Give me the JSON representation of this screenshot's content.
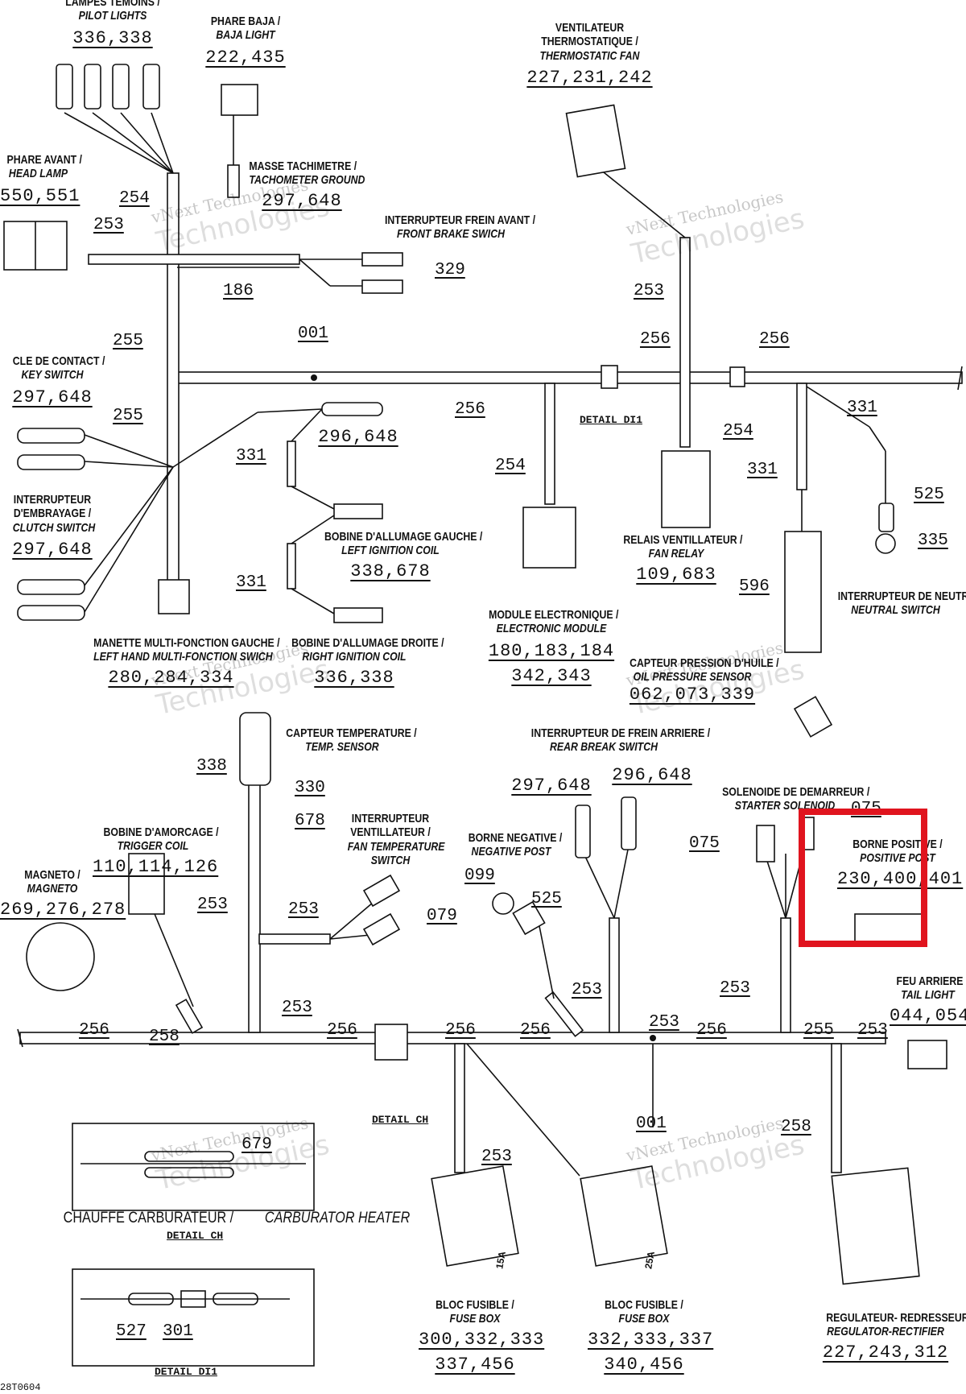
{
  "components": {
    "pilot_lights": {
      "fr": "LAMPES TEMOINS /",
      "en": "PILOT LIGHTS",
      "num": "336,338"
    },
    "baja_light": {
      "fr": "PHARE BAJA /",
      "en": "BAJA LIGHT",
      "num": "222,435"
    },
    "thermo_fan": {
      "fr1": "VENTILATEUR",
      "fr2": "THERMOSTATIQUE /",
      "en": "THERMOSTATIC FAN",
      "num": "227,231,242"
    },
    "head_lamp": {
      "fr": "PHARE AVANT /",
      "en": "HEAD LAMP",
      "num": "550,551"
    },
    "tach_ground": {
      "fr": "MASSE TACHIMETRE /",
      "en": "TACHOMETER GROUND",
      "num": "297,648"
    },
    "front_brake": {
      "fr": "INTERRUPTEUR FREIN AVANT /",
      "en": "FRONT BRAKE SWICH"
    },
    "key_switch": {
      "fr": "CLE DE CONTACT /",
      "en": "KEY SWITCH",
      "num": "297,648"
    },
    "clutch_switch": {
      "fr1": "INTERRUPTEUR",
      "fr2": "D'EMBRAYAGE /",
      "en": "CLUTCH SWITCH",
      "num": "297,648"
    },
    "coil_connector": {
      "num": "296,648"
    },
    "left_coil": {
      "fr": "BOBINE D'ALLUMAGE GAUCHE /",
      "en": "LEFT IGNITION COIL",
      "num": "338,678"
    },
    "right_coil": {
      "fr": "BOBINE D'ALLUMAGE DROITE /",
      "en": "RIGHT IGNITION COIL",
      "num": "336,338"
    },
    "lh_multi": {
      "fr": "MANETTE MULTI-FONCTION GAUCHE /",
      "en": "LEFT HAND MULTI-FONCTION SWICH",
      "num": "280,284,334"
    },
    "electronic_module": {
      "fr": "MODULE ELECTRONIQUE /",
      "en": "ELECTRONIC MODULE",
      "num1": "180,183,184",
      "num2": "342,343"
    },
    "fan_relay": {
      "fr": "RELAIS VENTILLATEUR /",
      "en": "FAN RELAY",
      "num": "109,683"
    },
    "neutral_switch": {
      "fr": "INTERRUPTEUR DE NEUTRE /",
      "en": "NEUTRAL SWITCH"
    },
    "oil_sensor": {
      "fr": "CAPTEUR PRESSION D'HUILE /",
      "en": "OIL PRESSURE SENSOR",
      "num": "062,073,339"
    },
    "temp_sensor": {
      "fr": "CAPTEUR TEMPERATURE /",
      "en": "TEMP. SENSOR"
    },
    "rear_brake": {
      "fr": "INTERRUPTEUR DE FREIN ARRIERE /",
      "en": "REAR BREAK SWITCH",
      "num1": "297,648",
      "num2": "296,648"
    },
    "starter_solenoid": {
      "fr": "SOLENOIDE DE DEMARREUR /",
      "en": "STARTER SOLENOID"
    },
    "positive_post": {
      "fr": "BORNE POSITIVE /",
      "en": "POSITIVE POST",
      "num": "230,400,401"
    },
    "negative_post": {
      "fr": "BORNE NEGATIVE /",
      "en": "NEGATIVE POST"
    },
    "trigger_coil": {
      "fr": "BOBINE D'AMORCAGE /",
      "en": "TRIGGER COIL",
      "num": "110,114,126"
    },
    "fan_temp_switch": {
      "fr1": "INTERRUPTEUR",
      "fr2": "VENTILLATEUR /",
      "en1": "FAN TEMPERATURE",
      "en2": "SWITCH"
    },
    "magneto": {
      "fr": "MAGNETO /",
      "en": "MAGNETO",
      "num": "269,276,278"
    },
    "tail_light": {
      "fr": "FEU ARRIERE /",
      "en": "TAIL LIGHT",
      "num": "044,054"
    },
    "fuse_box_1": {
      "fr": "BLOC FUSIBLE /",
      "en": "FUSE BOX",
      "num1": "300,332,333",
      "num2": "337,456",
      "rating": "15A"
    },
    "fuse_box_2": {
      "fr": "BLOC FUSIBLE /",
      "en": "FUSE BOX",
      "num1": "332,333,337",
      "num2": "340,456",
      "rating": "25A"
    },
    "regulator": {
      "fr": "REGULATEUR- REDRESSEUR /",
      "en": "REGULATOR-RECTIFIER",
      "num": "227,243,312"
    },
    "carb_heater": {
      "fr": "CHAUFFE CARBURATEUR /",
      "en": "CARBURATOR HEATER"
    }
  },
  "wire_codes": {
    "w254a": "254",
    "w253a": "253",
    "w186": "186",
    "w329": "329",
    "w253b": "253",
    "w255a": "255",
    "w001a": "001",
    "w256a": "256",
    "w256b": "256",
    "w256c": "256",
    "w255b": "255",
    "w331a": "331",
    "w254b": "254",
    "w254c": "254",
    "w331b": "331",
    "w331c": "331",
    "w525a": "525",
    "w335": "335",
    "w331d": "331",
    "w596": "596",
    "w338": "338",
    "w330": "330",
    "w678": "678",
    "w075a": "075",
    "w075b": "075",
    "w099": "099",
    "w525b": "525",
    "w079": "079",
    "w253c": "253",
    "w253d": "253",
    "w253e": "253",
    "w253f": "253",
    "w253g": "253",
    "w253h": "253",
    "w258a": "258",
    "w256d": "256",
    "w256e": "256",
    "w256f": "256",
    "w256g": "256",
    "w256h": "256",
    "w255c": "255",
    "w253i": "253",
    "w001b": "001",
    "w258b": "258",
    "w253j": "253",
    "w679": "679",
    "w527": "527",
    "w301": "301"
  },
  "details": {
    "di1": "DETAIL DI1",
    "ch": "DETAIL CH",
    "ch_bottom": "DETAIL CH",
    "di1_bottom": "DETAIL DI1"
  },
  "watermark": {
    "line1": "vNext Technologies",
    "line2": "Technologies"
  },
  "footer": {
    "code": "28T0604"
  },
  "colors": {
    "highlight": "#e0141e",
    "line": "#111111"
  }
}
